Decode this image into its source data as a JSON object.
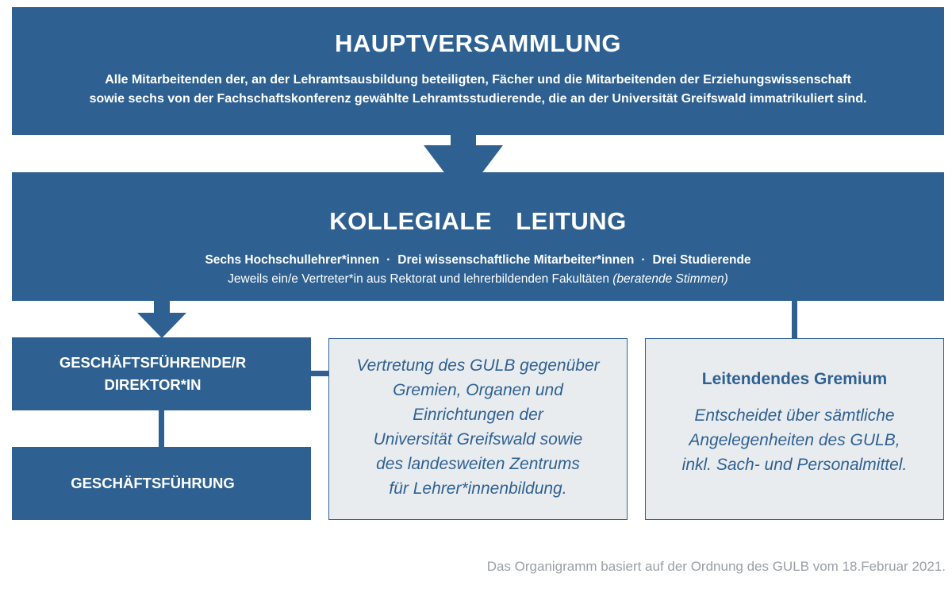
{
  "hauptversammlung": {
    "title": "HAUPTVERSAMMLUNG",
    "line1": "Alle Mitarbeitenden der, an der Lehramtsausbildung beteiligten, Fächer und die Mitarbeitenden der Erziehungswissenschaft",
    "line2": "sowie sechs von der Fachschaftskonferenz gewählte Lehramtsstudierende, die an der Universität Greifswald immatrikuliert sind."
  },
  "kollegiale_leitung": {
    "title": "KOLLEGIALE  LEITUNG",
    "members": [
      "Sechs Hochschullehrer*innen",
      "Drei wissenschaftliche Mitarbeiter*innen",
      "Drei Studierende"
    ],
    "separator": "·",
    "line2": "Jeweils ein/e Vertreter*in aus Rektorat und lehrerbildenden Fakultäten",
    "line2_note": "(beratende Stimmen)"
  },
  "geschaeftsfuehrende_direktion": {
    "line1": "GESCHÄFTSFÜHRENDE/R",
    "line2": "DIREKTOR*IN"
  },
  "geschaeftsfuehrung": {
    "title": "GESCHÄFTSFÜHRUNG"
  },
  "vertretung": {
    "lines": [
      "Vertretung des GULB gegenüber",
      "Gremien, Organen und",
      "Einrichtungen der",
      "Universität Greifswald sowie",
      "des landesweiten Zentrums",
      "für Lehrer*innenbildung."
    ]
  },
  "leitendes_gremium": {
    "title": "Leitendendes Gremium",
    "lines": [
      "Entscheidet über sämtliche",
      "Angelegenheiten des GULB,",
      "inkl. Sach- und Personalmittel."
    ]
  },
  "footnote": "Das Organigramm basiert auf der Ordnung des GULB vom 18.Februar 2021.",
  "colors": {
    "primary_blue": "#2e6192",
    "light_box": "#e9ecef",
    "footnote_gray": "#9aa0a6"
  }
}
